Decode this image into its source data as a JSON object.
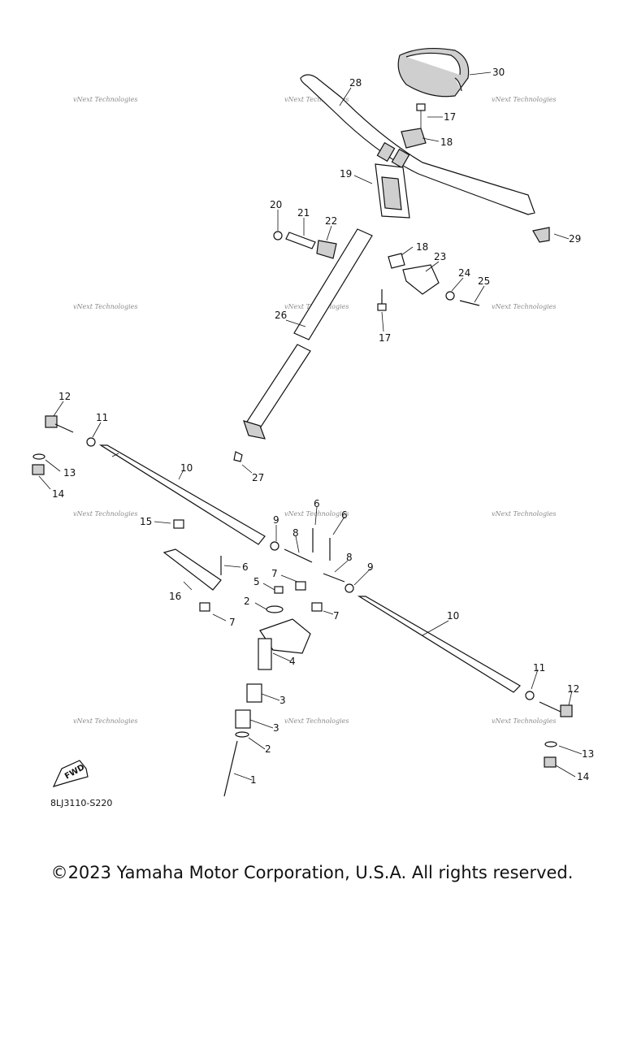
{
  "watermark_text": "vNext Technologies",
  "diagram_code": "8LJ3110-S220",
  "fwd_label": "FWD",
  "copyright": "©2023 Yamaha Motor Corporation, U.S.A. All rights reserved.",
  "callouts": [
    "1",
    "2",
    "2",
    "3",
    "3",
    "4",
    "5",
    "6",
    "6",
    "6",
    "7",
    "7",
    "7",
    "8",
    "8",
    "9",
    "9",
    "10",
    "10",
    "11",
    "11",
    "12",
    "12",
    "13",
    "13",
    "14",
    "14",
    "15",
    "16",
    "17",
    "17",
    "18",
    "18",
    "19",
    "20",
    "21",
    "22",
    "23",
    "24",
    "25",
    "26",
    "27",
    "28",
    "29",
    "30"
  ]
}
